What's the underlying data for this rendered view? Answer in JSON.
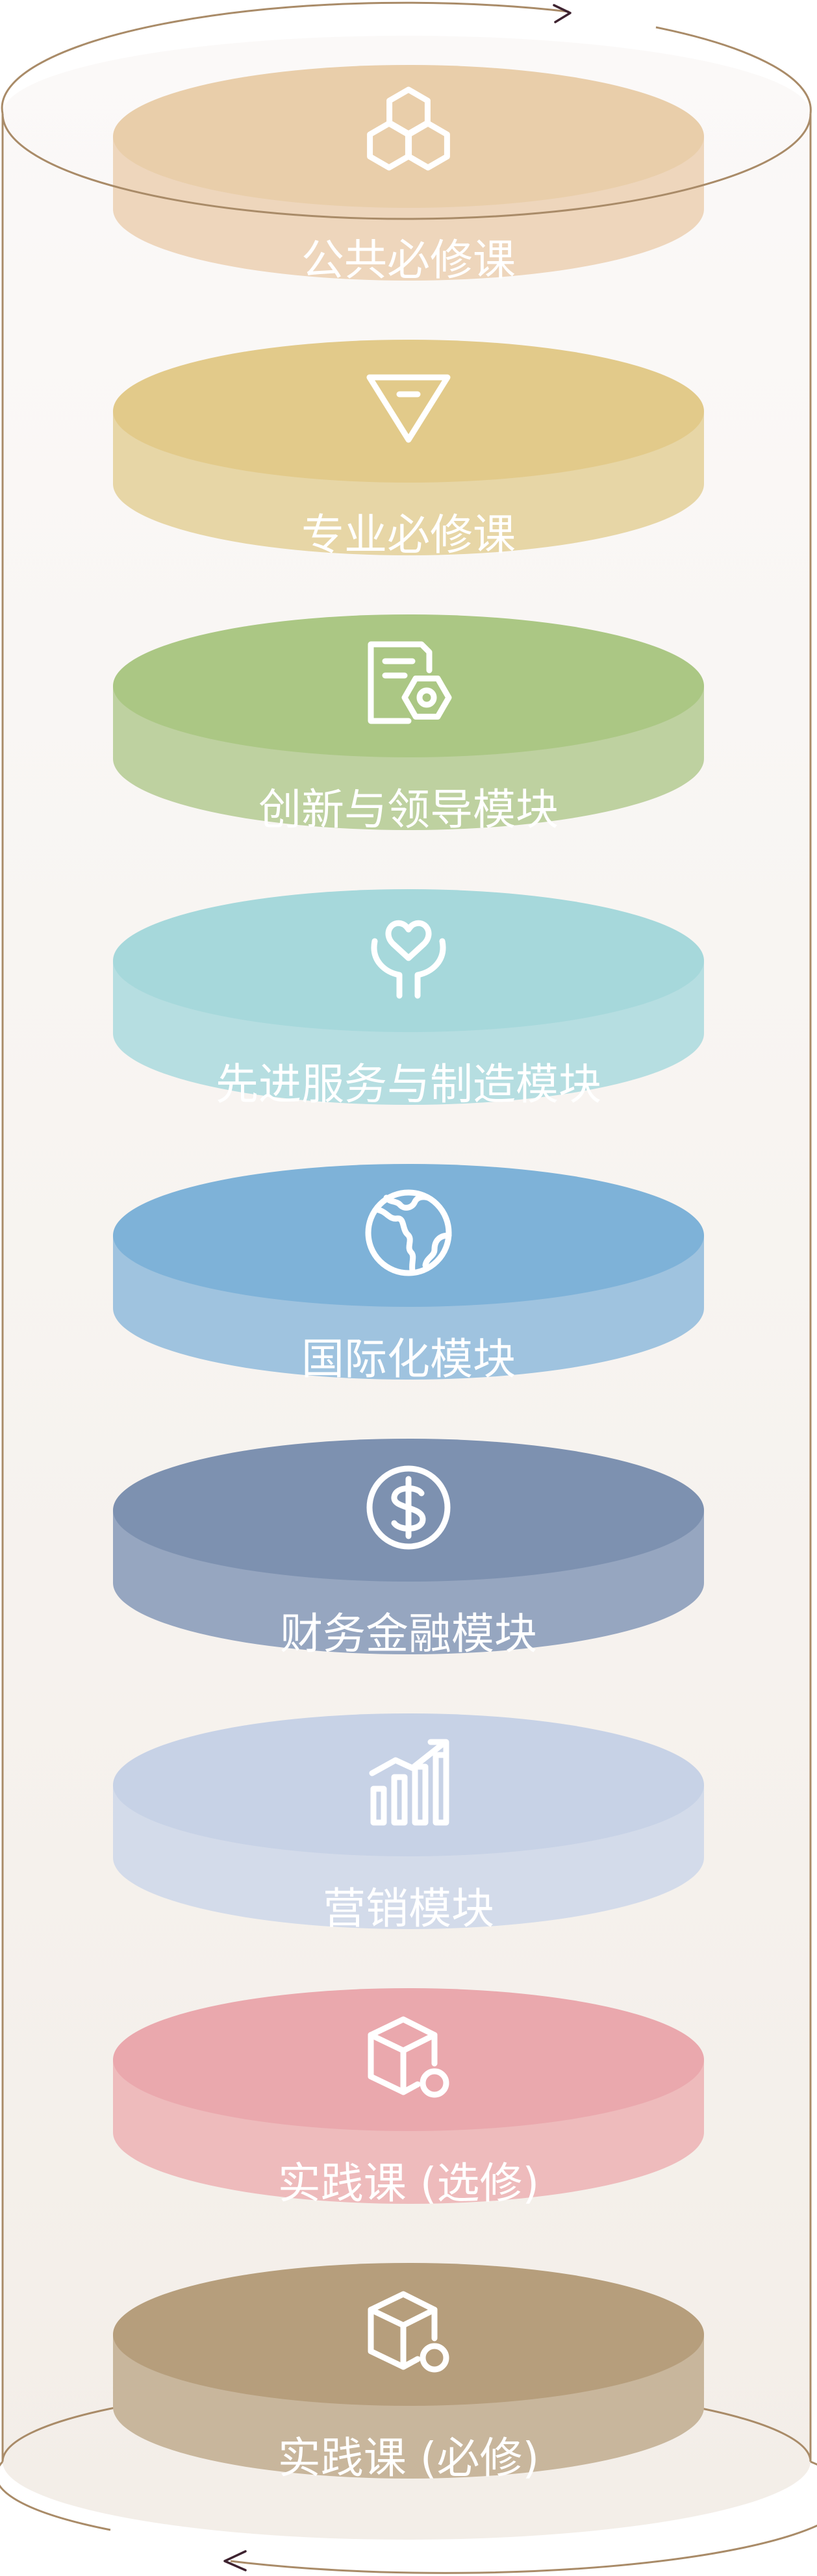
{
  "modules": [
    {
      "label": "公共必修课",
      "icon": "hexagons-icon",
      "top_color": "#E9CEAA",
      "side_color": "#EED6BC"
    },
    {
      "label": "专业必修课",
      "icon": "diamond-icon",
      "top_color": "#E2CA8A",
      "side_color": "#E7D6A6"
    },
    {
      "label": "创新与领导模块",
      "icon": "document-gear-icon",
      "top_color": "#ABC784",
      "side_color": "#BED1A0"
    },
    {
      "label": "先进服务与制造模块",
      "icon": "heart-hands-icon",
      "top_color": "#A6D8DB",
      "side_color": "#B6DEE1"
    },
    {
      "label": "国际化模块",
      "icon": "globe-icon",
      "top_color": "#7EB2D8",
      "side_color": "#9FC3DF"
    },
    {
      "label": "财务金融模块",
      "icon": "dollar-coin-icon",
      "top_color": "#7D91B0",
      "side_color": "#96A6C0"
    },
    {
      "label": "营销模块",
      "icon": "growth-chart-icon",
      "top_color": "#C7D2E6",
      "side_color": "#D3DBEA"
    },
    {
      "label": "实践课 (选修)",
      "icon": "box-icon",
      "top_color": "#EAA8AD",
      "side_color": "#EEBBBC"
    },
    {
      "label": "实践课 (必修)",
      "icon": "box-icon",
      "top_color": "#B69E7C",
      "side_color": "#C8B69C"
    }
  ],
  "cylinder": {
    "stroke_color": "#A98B68",
    "arrow_color": "#3E2330",
    "fill_top": "#FBF9F8",
    "fill_bottom": "#F3EEE8"
  }
}
